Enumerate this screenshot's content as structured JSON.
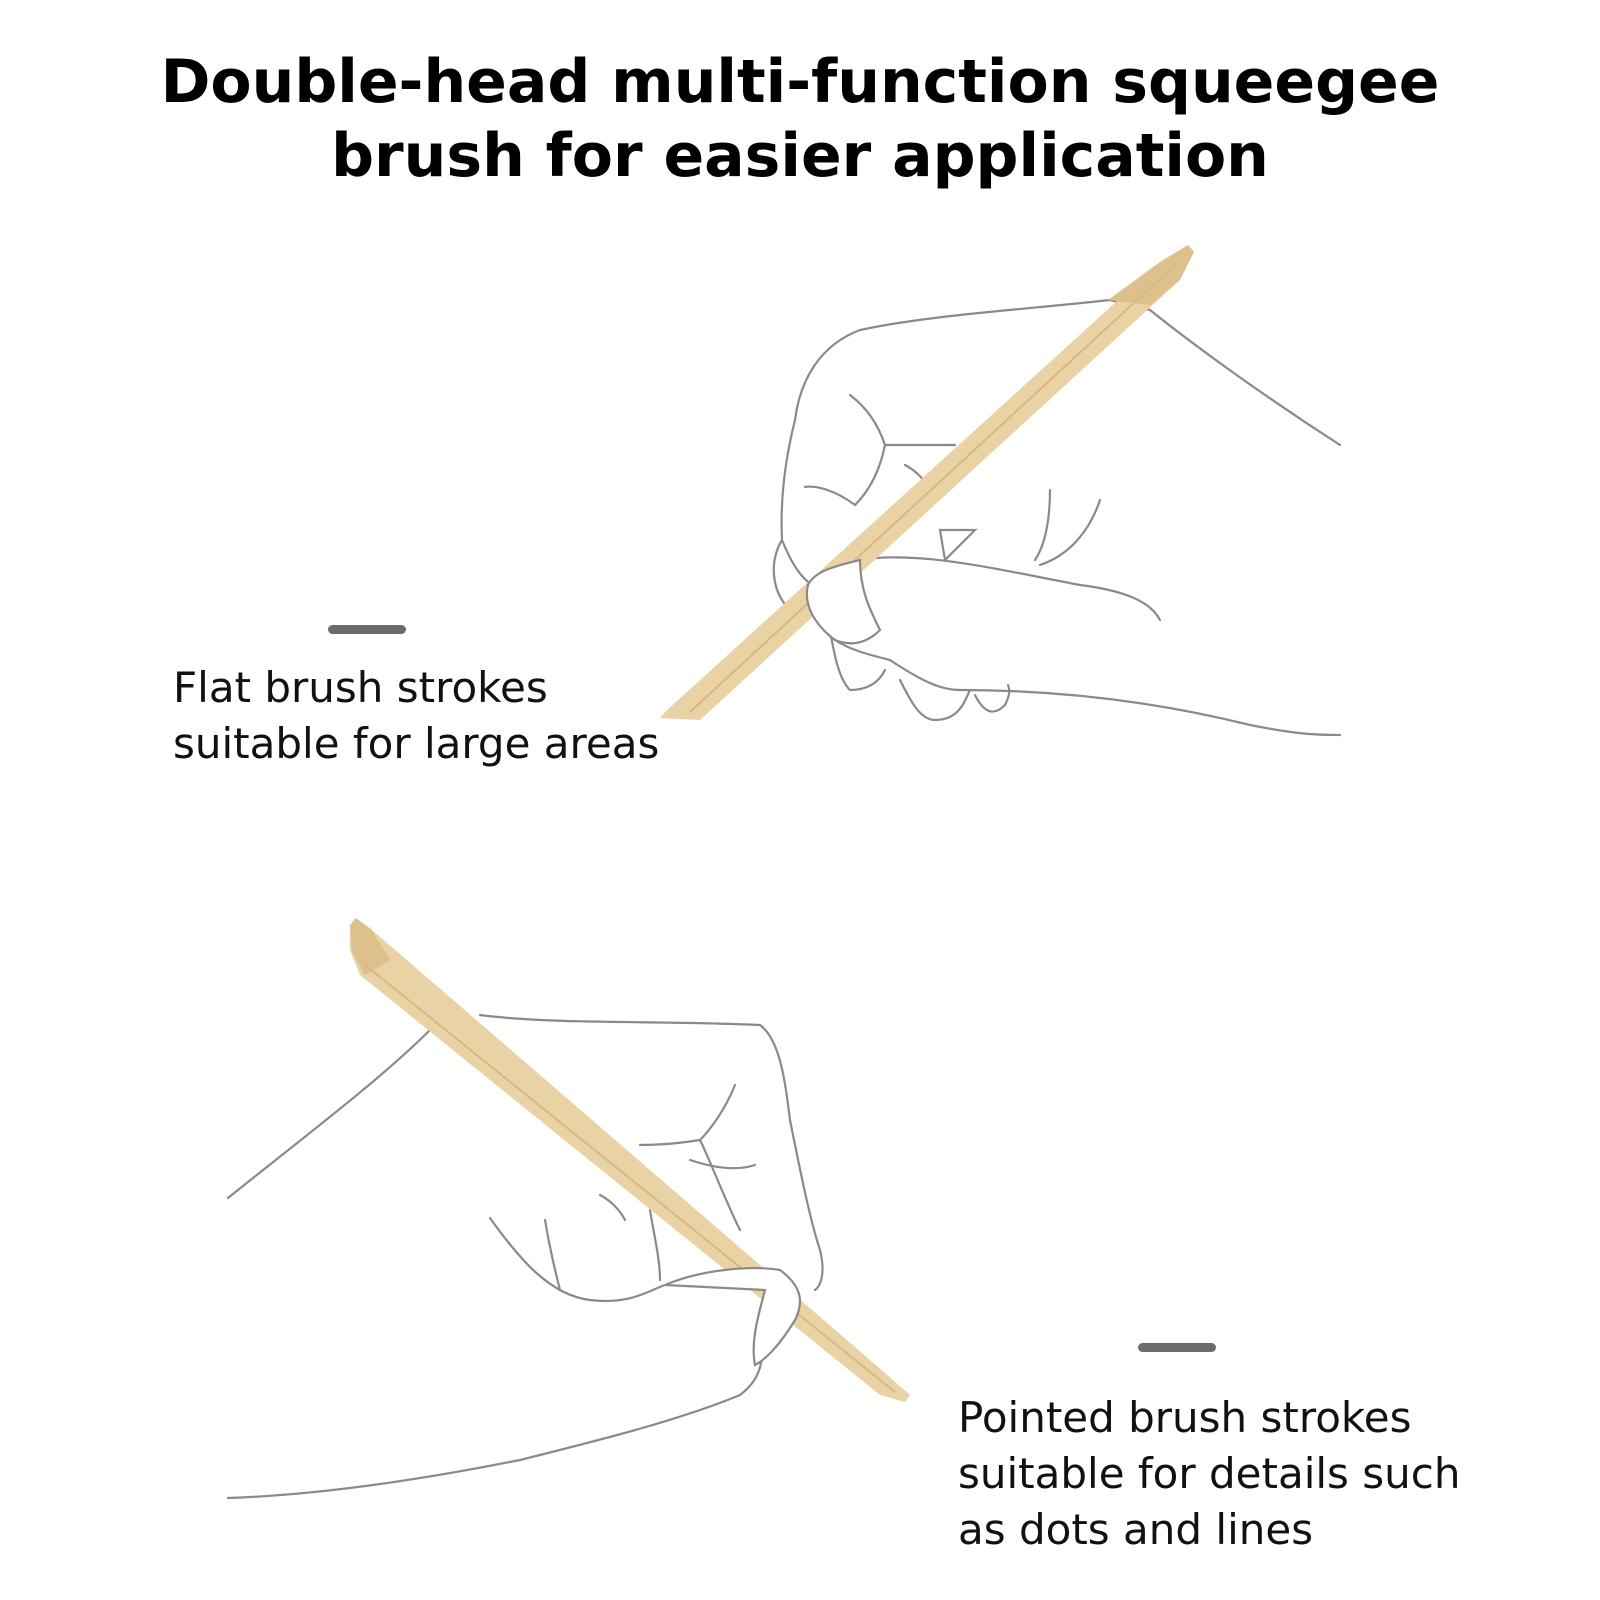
{
  "title": {
    "line1": "Double-head multi-function squeegee",
    "line2": "brush for easier application"
  },
  "flat": {
    "line1": "Flat brush strokes",
    "line2": "suitable for large areas"
  },
  "pointed": {
    "line1": "Pointed brush strokes",
    "line2": "suitable for details such",
    "line3": "as dots and lines"
  },
  "colors": {
    "stick": "#e9d2a3",
    "stick_shade": "#d9bb86",
    "line": "#8a8a8a",
    "dash": "#6b6b6b"
  }
}
